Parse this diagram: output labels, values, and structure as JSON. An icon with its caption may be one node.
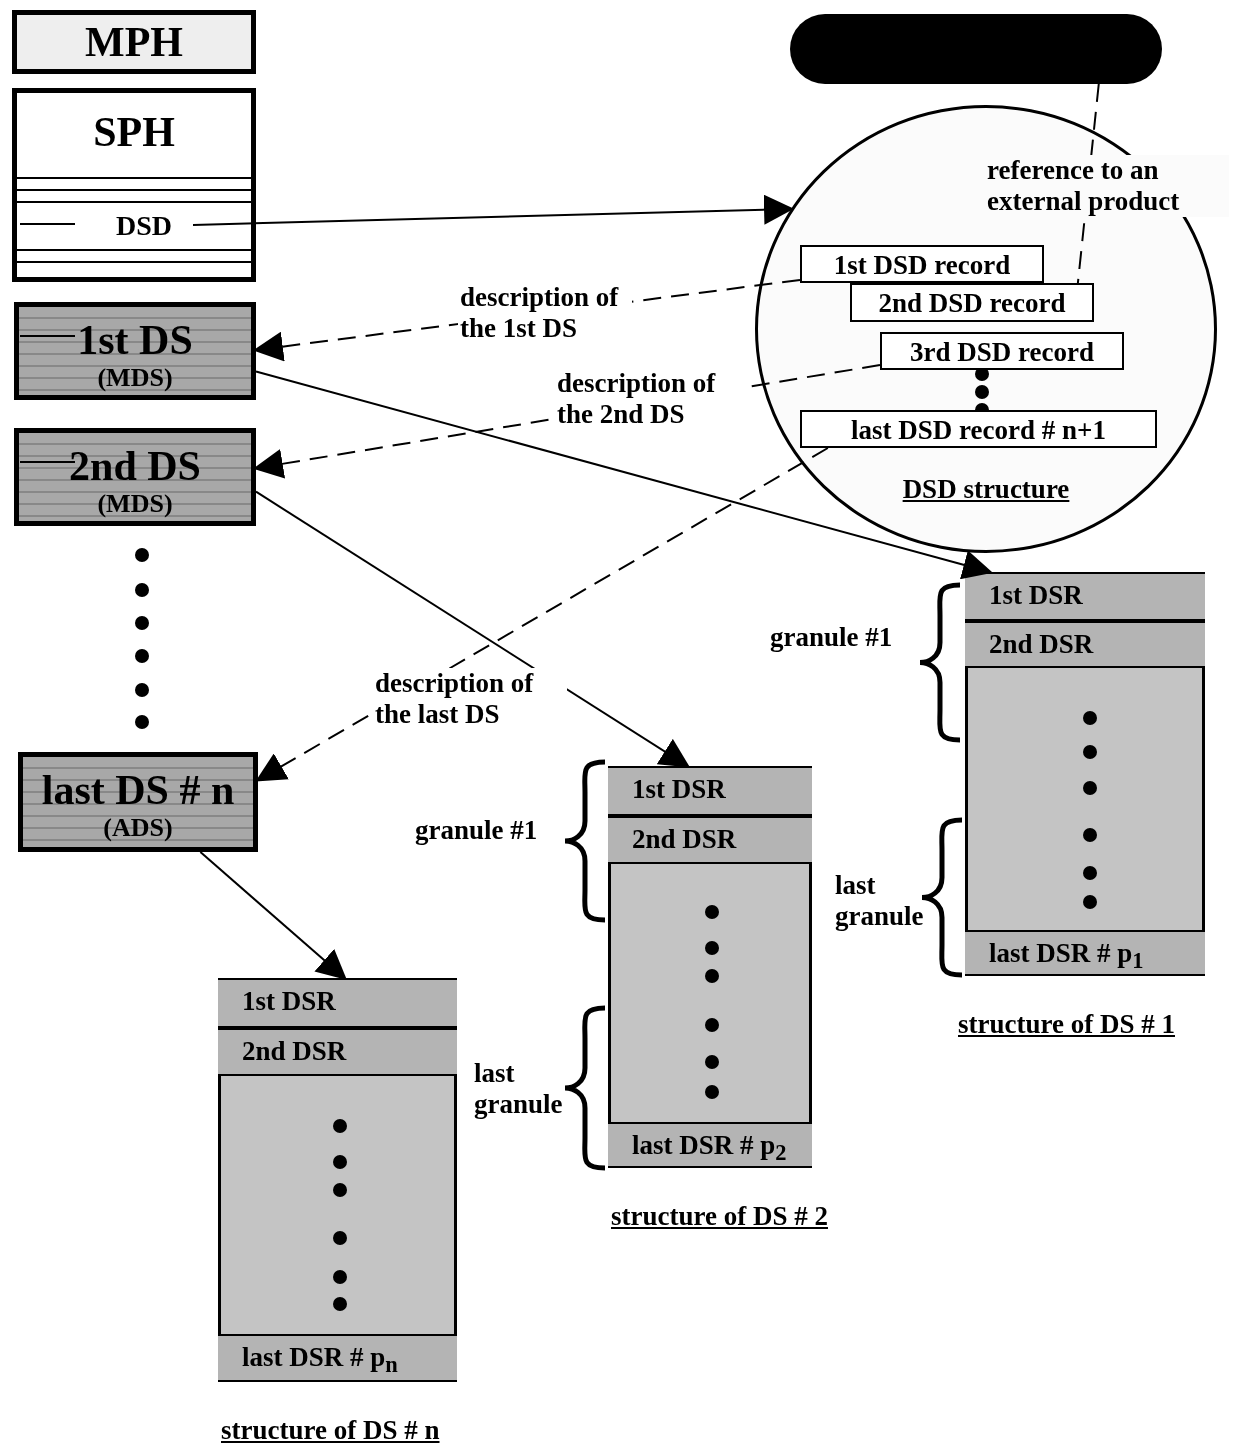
{
  "diagram": {
    "nodes": [
      {
        "text": [
          "MPH"
        ]
      },
      {
        "text": [
          "SPH"
        ]
      },
      {
        "text": [
          "DSD"
        ],
        "in": 1
      },
      {
        "text": [
          "1st DS",
          "(MDS)"
        ]
      },
      {
        "text": [
          "2nd DS",
          "(MDS)"
        ]
      },
      {
        "text": [
          "last DS # n",
          "(ADS)"
        ]
      },
      {
        "text": [],
        "shape": "bar"
      },
      {
        "text": [
          "DSD structure"
        ]
      },
      {
        "text": [
          "1st DSD record"
        ],
        "in": 7
      },
      {
        "text": [
          "2nd DSD record"
        ],
        "in": 7
      },
      {
        "text": [
          "3rd DSD record"
        ],
        "in": 7
      },
      {
        "text": [
          "last DSD record # n+1"
        ],
        "in": 7
      },
      {
        "text": [
          "structure of DS # 1"
        ]
      },
      {
        "text": [
          "1st DSR"
        ],
        "in": 12
      },
      {
        "text": [
          "2nd DSR"
        ],
        "in": 12
      },
      {
        "text": [
          "last DSR # p$_{1}$"
        ],
        "in": 12
      },
      {
        "text": [
          "structure of DS # 2"
        ]
      },
      {
        "text": [
          "1st DSR"
        ],
        "in": 16
      },
      {
        "text": [
          "2nd DSR"
        ],
        "in": 16
      },
      {
        "text": [
          "last DSR # p$_{2}$"
        ],
        "in": 16
      },
      {
        "text": [
          "structure of DS # n"
        ]
      },
      {
        "text": [
          "1st DSR"
        ],
        "in": 20
      },
      {
        "text": [
          "2nd DSR"
        ],
        "in": 20
      },
      {
        "text": [
          "last DSR # p$_{n}$"
        ],
        "in": 20
      }
    ],
    "edges": [
      {
        "from": 2,
        "to": 7,
        "arrow": "to"
      },
      {
        "from": 8,
        "to": 3,
        "arrow": "to",
        "style": "dashed",
        "label": "description of the 1st DS"
      },
      {
        "from": 10,
        "to": 4,
        "arrow": "to",
        "style": "dashed",
        "label": "description of the 2nd DS"
      },
      {
        "from": 11,
        "to": 5,
        "arrow": "to",
        "style": "dashed",
        "label": "description of the last DS"
      },
      {
        "from": 3,
        "to": 12,
        "arrow": "to"
      },
      {
        "from": 4,
        "to": 16,
        "arrow": "to"
      },
      {
        "from": 5,
        "to": 20,
        "arrow": "to"
      },
      {
        "from": 6,
        "to": 9,
        "arrow": "none",
        "style": "dashed",
        "label": "reference to an external product"
      }
    ],
    "labels": [
      "granule #1",
      "last granule",
      "granule #1",
      "last granule"
    ]
  }
}
